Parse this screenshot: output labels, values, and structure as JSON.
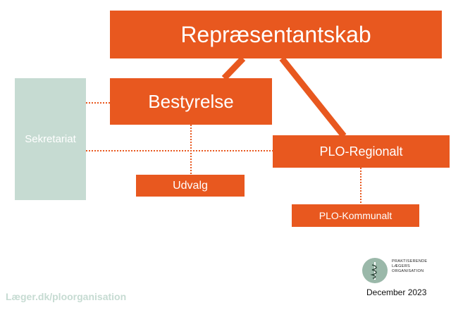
{
  "nodes": {
    "repraesentantskab": "Repræsentantskab",
    "bestyrelse": "Bestyrelse",
    "sekretariat": "Sekretariat",
    "plo_regionalt": "PLO-Regionalt",
    "udvalg": "Udvalg",
    "plo_kommunalt": "PLO-Kommunalt"
  },
  "logo": {
    "line1": "PRAKTISERENDE",
    "line2": "LÆGERS",
    "line3": "ORGANISATION"
  },
  "footer": {
    "link": "Læger.dk/ploorganisation",
    "date": "December 2023"
  },
  "colors": {
    "primary": "#e8581f",
    "secondary": "#c6dbd2",
    "logo_circle": "#9ab8a9"
  }
}
